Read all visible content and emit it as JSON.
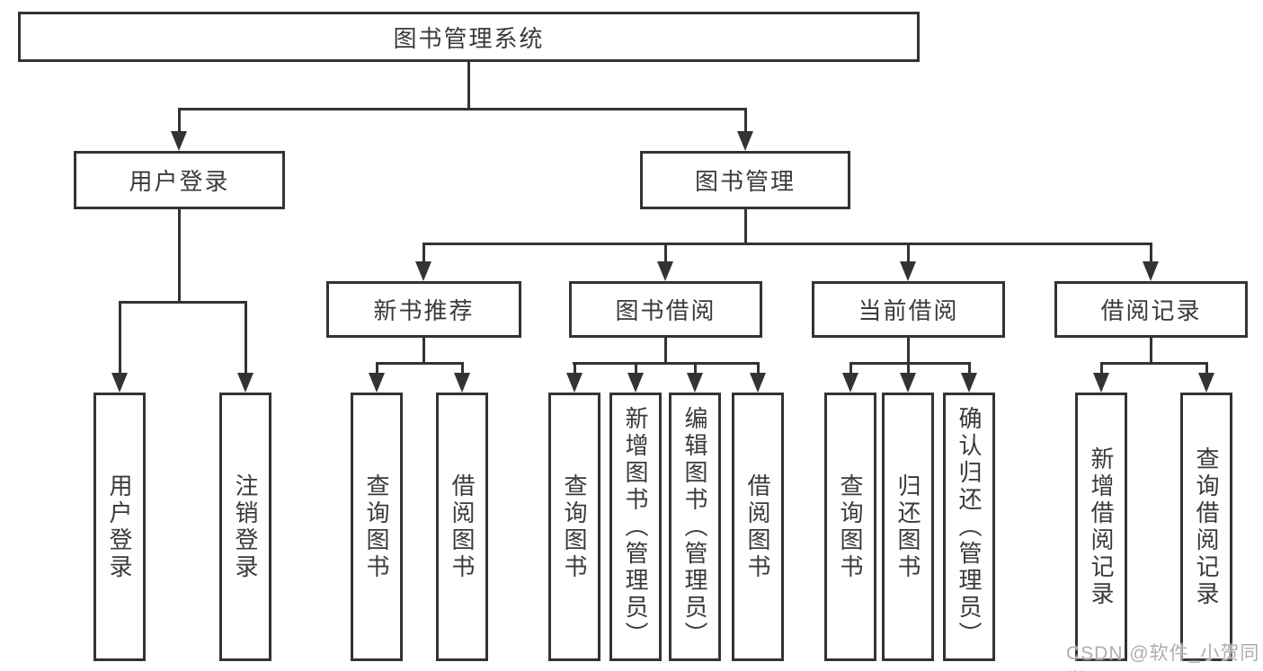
{
  "diagram": {
    "root": {
      "label": "图书管理系统"
    },
    "level2": [
      {
        "label": "用户登录"
      },
      {
        "label": "图书管理"
      }
    ],
    "level3": [
      {
        "label": "新书推荐"
      },
      {
        "label": "图书借阅"
      },
      {
        "label": "当前借阅"
      },
      {
        "label": "借阅记录"
      }
    ],
    "leaves": [
      "用户登录",
      "注销登录",
      "查询图书",
      "借阅图书",
      "查询图书",
      "新增图书（管理员）",
      "编辑图书（管理员）",
      "借阅图书",
      "查询图书",
      "归还图书",
      "确认归还（管理员）",
      "新增借阅记录",
      "查询借阅记录"
    ]
  },
  "watermark": {
    "text": "CSDN @软件_小贺同学"
  },
  "colors": {
    "line": "#333333",
    "text": "#3a3a3a",
    "watermark": "#abaeb4",
    "background": "#ffffff"
  }
}
